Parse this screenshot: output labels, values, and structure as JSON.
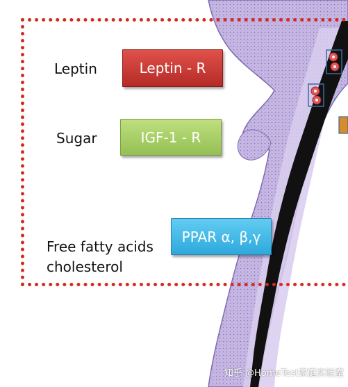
{
  "labels": {
    "leptin": "Leptin",
    "sugar": "Sugar",
    "fatty_line1": "Free fatty acids",
    "fatty_line2": "cholesterol"
  },
  "receptors": {
    "leptin_r": "Leptin - R",
    "igf1_r": "IGF-1 - R",
    "ppar": "PPAR α, β,γ"
  },
  "watermark": "知乎 @HomeTest家庭实验室",
  "colors": {
    "frame": "#d42a1e",
    "leptin_box": "#c9302c",
    "igf_box": "#a9d067",
    "ppar_box": "#3eb7e8",
    "hair_shaft": "#111111",
    "follicle": "#b7a6d6"
  },
  "icons": {
    "cells": "red-cell-icon"
  }
}
